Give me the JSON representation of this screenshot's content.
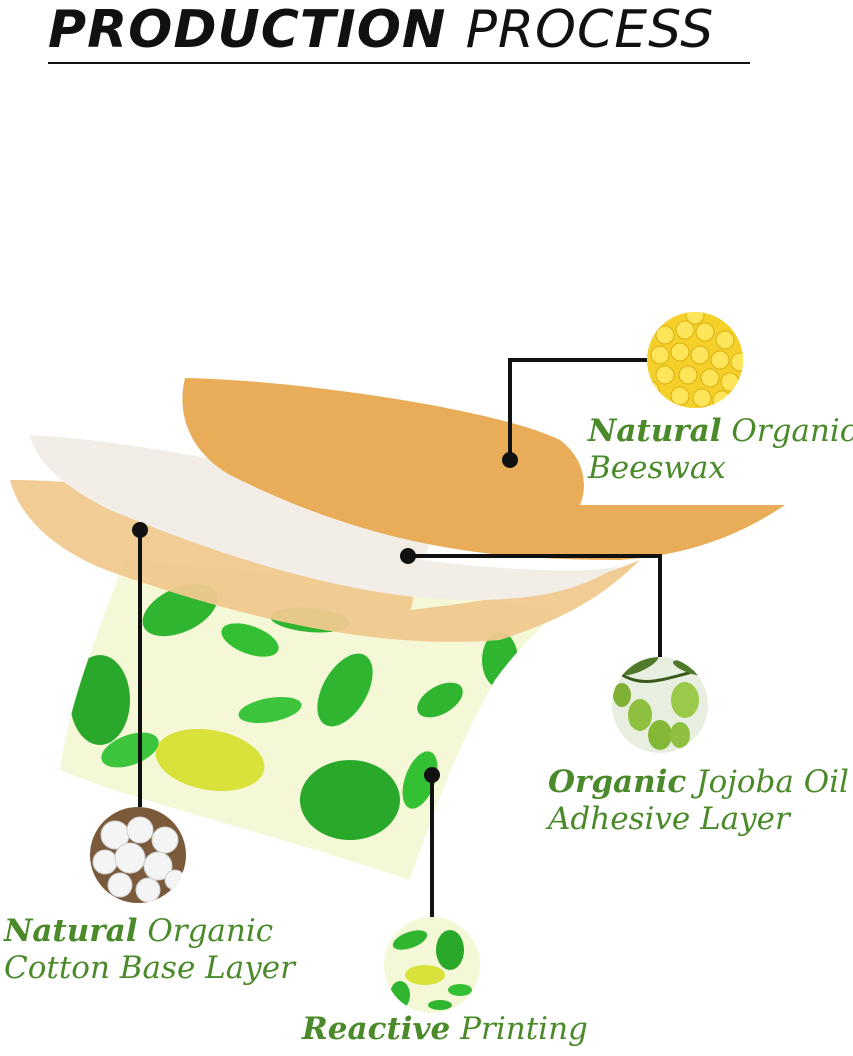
{
  "title": {
    "part1": "PRODUCTION",
    "part2": "PROCESS"
  },
  "labels": {
    "beeswax": {
      "line1_bold": "Natural",
      "line1_rest": "Organic",
      "line2": "Beeswax"
    },
    "jojoba": {
      "line1_bold": "Organic",
      "line1_rest": "Jojoba Oil",
      "line2": "Adhesive Layer"
    },
    "cotton": {
      "line1_bold": "Natural",
      "line1_rest": "Organic",
      "line2": "Cotton Base Layer"
    },
    "printing": {
      "line1_bold": "Reactive",
      "line1_rest": "Printing"
    }
  },
  "colors": {
    "beeswax_layer": "#e9ad5a",
    "jojoba_layer": "#f2ede6",
    "cotton_layer": "#f0c98e",
    "print_base": "#f4f8d6",
    "leaf_green": "#2fb52f",
    "leaf_yellow": "#d8e23a",
    "label_green": "#4a8a2a",
    "callout": "#111111"
  }
}
